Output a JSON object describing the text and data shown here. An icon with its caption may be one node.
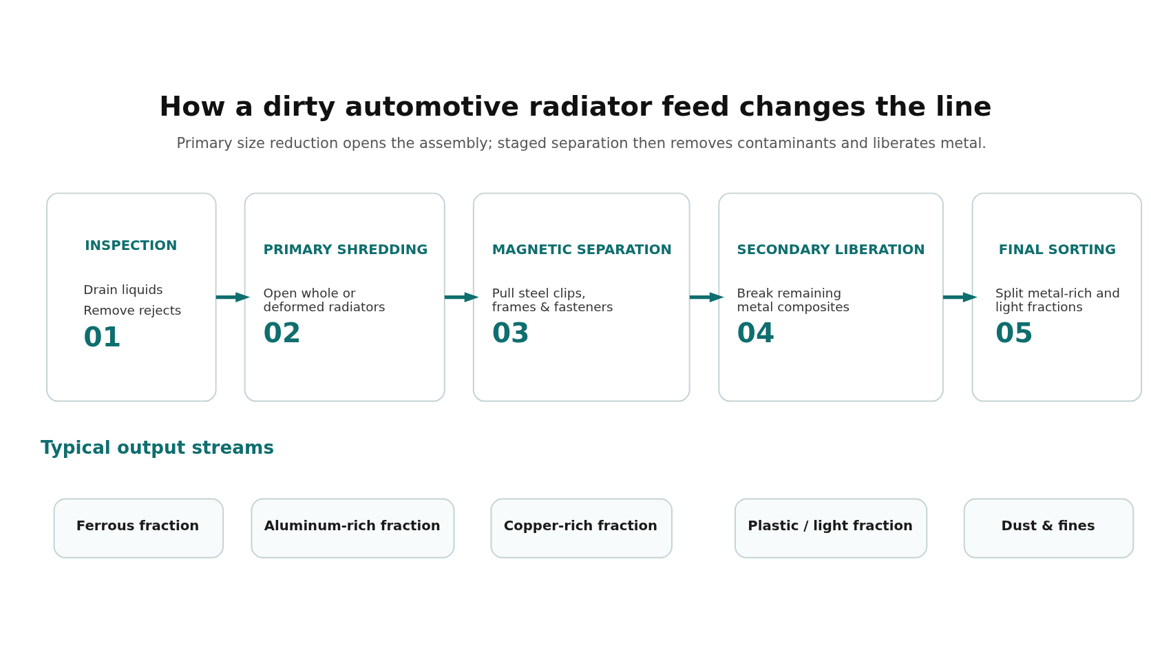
{
  "diagram": {
    "title": "How a dirty automotive radiator feed changes the line",
    "nodes": [
      {
        "text": [
          "INSPECTION",
          "Drain liquids",
          "Remove rejects",
          "01"
        ]
      },
      {
        "text": [
          "PRIMARY SHREDDING",
          "Open whole or deformed radiators",
          "02"
        ]
      },
      {
        "text": [
          "MAGNETIC SEPARATION",
          "Pull steel clips, frames & fasteners",
          "03"
        ]
      },
      {
        "text": [
          "SECONDARY LIBERATION",
          "Break remaining metal composites",
          "04"
        ]
      },
      {
        "text": [
          "FINAL SORTING",
          "Split metal-rich and light fractions",
          "05"
        ]
      },
      {
        "text": [
          "Ferrous fraction"
        ]
      },
      {
        "text": [
          "Aluminum-rich fraction"
        ]
      },
      {
        "text": [
          "Copper-rich fraction"
        ]
      },
      {
        "text": [
          "Plastic / light fraction"
        ]
      },
      {
        "text": [
          "Dust & fines"
        ]
      }
    ],
    "edges": [
      {
        "from": 0,
        "to": 1,
        "arrow": "to"
      },
      {
        "from": 1,
        "to": 2,
        "arrow": "to"
      },
      {
        "from": 2,
        "to": 3,
        "arrow": "to"
      },
      {
        "from": 3,
        "to": 4,
        "arrow": "to"
      }
    ],
    "labels": [
      "Primary size reduction opens the assembly; staged separation then removes contaminants and liberates metal.",
      "Typical output streams"
    ]
  }
}
